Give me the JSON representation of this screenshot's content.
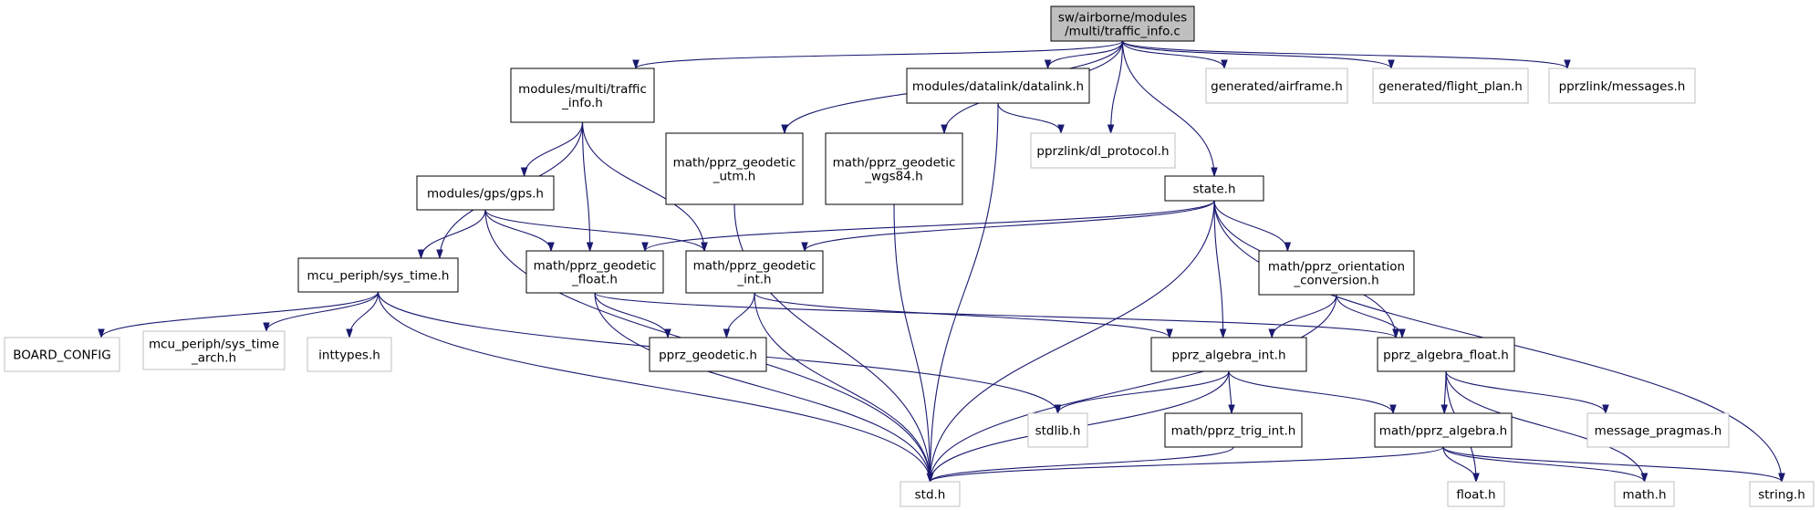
{
  "nodes": [
    {
      "id": "root",
      "lines": [
        "sw/airborne/modules",
        "/multi/traffic_info.c"
      ],
      "style": "root"
    },
    {
      "id": "ti_h",
      "lines": [
        "modules/multi/traffic",
        "_info.h"
      ],
      "style": "solid"
    },
    {
      "id": "utm",
      "lines": [
        "math/pprz_geodetic",
        "_utm.h"
      ],
      "style": "solid"
    },
    {
      "id": "wgs84",
      "lines": [
        "math/pprz_geodetic",
        "_wgs84.h"
      ],
      "style": "solid"
    },
    {
      "id": "datalink",
      "lines": [
        "modules/datalink/datalink.h"
      ],
      "style": "solid"
    },
    {
      "id": "dl_protocol",
      "lines": [
        "pprzlink/dl_protocol.h"
      ],
      "style": "light"
    },
    {
      "id": "airframe",
      "lines": [
        "generated/airframe.h"
      ],
      "style": "light"
    },
    {
      "id": "flight_plan",
      "lines": [
        "generated/flight_plan.h"
      ],
      "style": "light"
    },
    {
      "id": "messages",
      "lines": [
        "pprzlink/messages.h"
      ],
      "style": "light"
    },
    {
      "id": "gps",
      "lines": [
        "modules/gps/gps.h"
      ],
      "style": "solid"
    },
    {
      "id": "state",
      "lines": [
        "state.h"
      ],
      "style": "solid"
    },
    {
      "id": "sys_time",
      "lines": [
        "mcu_periph/sys_time.h"
      ],
      "style": "solid"
    },
    {
      "id": "geo_float",
      "lines": [
        "math/pprz_geodetic",
        "_float.h"
      ],
      "style": "solid"
    },
    {
      "id": "geo_int",
      "lines": [
        "math/pprz_geodetic",
        "_int.h"
      ],
      "style": "solid"
    },
    {
      "id": "orient",
      "lines": [
        "math/pprz_orientation",
        "_conversion.h"
      ],
      "style": "solid"
    },
    {
      "id": "board",
      "lines": [
        "BOARD_CONFIG"
      ],
      "style": "light"
    },
    {
      "id": "sys_time_arch",
      "lines": [
        "mcu_periph/sys_time",
        "_arch.h"
      ],
      "style": "light"
    },
    {
      "id": "inttypes",
      "lines": [
        "inttypes.h"
      ],
      "style": "light"
    },
    {
      "id": "geodetic",
      "lines": [
        "pprz_geodetic.h"
      ],
      "style": "solid"
    },
    {
      "id": "alg_int",
      "lines": [
        "pprz_algebra_int.h"
      ],
      "style": "solid"
    },
    {
      "id": "alg_float",
      "lines": [
        "pprz_algebra_float.h"
      ],
      "style": "solid"
    },
    {
      "id": "stdlib",
      "lines": [
        "stdlib.h"
      ],
      "style": "light"
    },
    {
      "id": "trig_int",
      "lines": [
        "math/pprz_trig_int.h"
      ],
      "style": "solid"
    },
    {
      "id": "algebra",
      "lines": [
        "math/pprz_algebra.h"
      ],
      "style": "solid"
    },
    {
      "id": "msg_pragmas",
      "lines": [
        "message_pragmas.h"
      ],
      "style": "light"
    },
    {
      "id": "std",
      "lines": [
        "std.h"
      ],
      "style": "light"
    },
    {
      "id": "float",
      "lines": [
        "float.h"
      ],
      "style": "light"
    },
    {
      "id": "math",
      "lines": [
        "math.h"
      ],
      "style": "light"
    },
    {
      "id": "string",
      "lines": [
        "string.h"
      ],
      "style": "light"
    }
  ],
  "edges": [
    [
      "root",
      "ti_h"
    ],
    [
      "root",
      "utm"
    ],
    [
      "root",
      "wgs84"
    ],
    [
      "root",
      "datalink"
    ],
    [
      "root",
      "dl_protocol"
    ],
    [
      "root",
      "state"
    ],
    [
      "root",
      "airframe"
    ],
    [
      "root",
      "flight_plan"
    ],
    [
      "root",
      "messages"
    ],
    [
      "ti_h",
      "gps"
    ],
    [
      "ti_h",
      "sys_time"
    ],
    [
      "ti_h",
      "geo_float"
    ],
    [
      "ti_h",
      "geo_int"
    ],
    [
      "utm",
      "std"
    ],
    [
      "wgs84",
      "std"
    ],
    [
      "datalink",
      "std"
    ],
    [
      "datalink",
      "dl_protocol"
    ],
    [
      "gps",
      "sys_time"
    ],
    [
      "gps",
      "geo_float"
    ],
    [
      "gps",
      "geo_int"
    ],
    [
      "gps",
      "std"
    ],
    [
      "state",
      "geo_float"
    ],
    [
      "state",
      "geo_int"
    ],
    [
      "state",
      "std"
    ],
    [
      "state",
      "alg_int"
    ],
    [
      "state",
      "orient"
    ],
    [
      "state",
      "alg_float"
    ],
    [
      "state",
      "string"
    ],
    [
      "sys_time",
      "board"
    ],
    [
      "sys_time",
      "sys_time_arch"
    ],
    [
      "sys_time",
      "inttypes"
    ],
    [
      "sys_time",
      "stdlib"
    ],
    [
      "sys_time",
      "std"
    ],
    [
      "geo_float",
      "geodetic"
    ],
    [
      "geo_float",
      "std"
    ],
    [
      "geo_float",
      "alg_float"
    ],
    [
      "geo_int",
      "geodetic"
    ],
    [
      "geo_int",
      "std"
    ],
    [
      "geo_int",
      "alg_int"
    ],
    [
      "orient",
      "alg_int"
    ],
    [
      "orient",
      "alg_float"
    ],
    [
      "orient",
      "std"
    ],
    [
      "alg_int",
      "stdlib"
    ],
    [
      "alg_int",
      "trig_int"
    ],
    [
      "alg_int",
      "algebra"
    ],
    [
      "alg_int",
      "std"
    ],
    [
      "alg_float",
      "algebra"
    ],
    [
      "alg_float",
      "msg_pragmas"
    ],
    [
      "alg_float",
      "float"
    ],
    [
      "alg_float",
      "math"
    ],
    [
      "trig_int",
      "std"
    ],
    [
      "algebra",
      "std"
    ],
    [
      "algebra",
      "float"
    ],
    [
      "algebra",
      "math"
    ],
    [
      "algebra",
      "string"
    ]
  ]
}
